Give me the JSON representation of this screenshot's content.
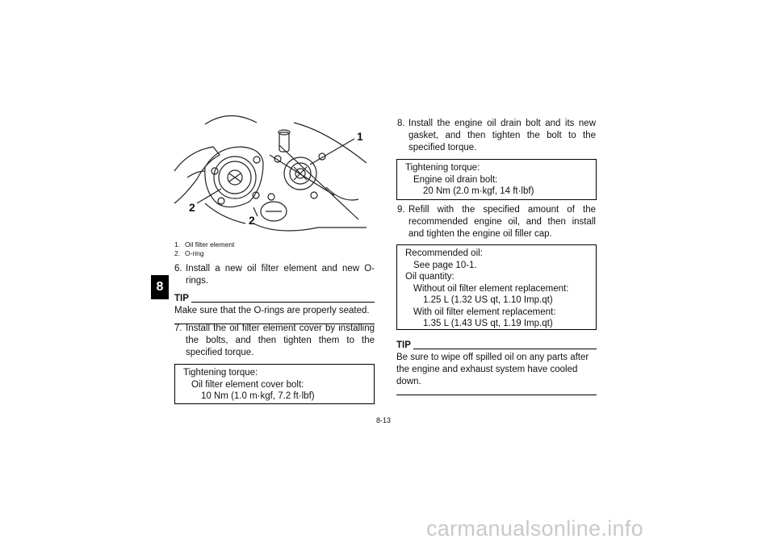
{
  "chapter_tab": "8",
  "figure": {
    "callouts": [
      "1",
      "2",
      "2"
    ]
  },
  "caption": [
    {
      "num": "1.",
      "text": "Oil filter element"
    },
    {
      "num": "2.",
      "text": "O-ring"
    }
  ],
  "step6": {
    "num": "6.",
    "text": "Install a new oil filter element and new O-rings."
  },
  "tip1": {
    "label": "TIP",
    "text": "Make sure that the O-rings are properly seated."
  },
  "step7": {
    "num": "7.",
    "text": "Install the oil filter element cover by installing the bolts, and then tighten them to the specified torque."
  },
  "box1": {
    "line1": "Tightening torque:",
    "line2": "Oil filter element cover bolt:",
    "line3": "10 Nm (1.0 m·kgf, 7.2 ft·lbf)"
  },
  "step8": {
    "num": "8.",
    "text": "Install the engine oil drain bolt and its new gasket, and then tighten the bolt to the specified torque."
  },
  "box2": {
    "line1": "Tightening torque:",
    "line2": "Engine oil drain bolt:",
    "line3": "20 Nm (2.0 m·kgf, 14 ft·lbf)"
  },
  "step9": {
    "num": "9.",
    "text": "Refill with the specified amount of the recommended engine oil, and then install and tighten the engine oil filler cap."
  },
  "box3": {
    "line1": "Recommended oil:",
    "line2": "See page 10-1.",
    "line3": "Oil quantity:",
    "line4": "Without oil filter element replacement:",
    "line5": "1.25 L (1.32 US qt, 1.10 Imp.qt)",
    "line6": "With oil filter element replacement:",
    "line7": "1.35 L (1.43 US qt, 1.19 Imp.qt)"
  },
  "tip2": {
    "label": "TIP",
    "text": "Be sure to wipe off spilled oil on any parts after the engine and exhaust system have cooled down."
  },
  "page_number": "8-13",
  "watermark": "carmanualsonline.info"
}
